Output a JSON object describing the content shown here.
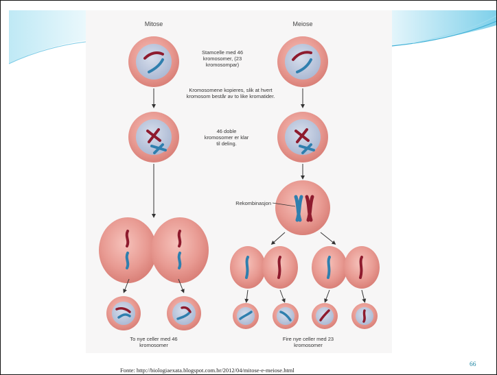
{
  "diagram": {
    "mitosis_title": "Mitose",
    "meiosis_title": "Meiose",
    "notes": {
      "stem_cell": "Stamcelle med 46 kromosomer, (23 kromosompar)",
      "copying": "Kromosomene kopieres, slik at hvert kromosom består av to like kromatider.",
      "ready": "46 doble kromosomer er klar til deling."
    },
    "recombination_label": "Rekombinasjon",
    "mitosis_result": "To nye celler med 46 kromosomer",
    "meiosis_result": "Fire nye celler med 23 kromosomer"
  },
  "footer": {
    "source": "Fonte: http://biologiaexata.blogspot.com.br/2012/04/mitose-e-meiose.html",
    "page_number": "66"
  },
  "colors": {
    "cell_fill": "#e89a92",
    "nucleus_fill": "#b9c5dc",
    "chromosome_red": "#8e1b2e",
    "chromosome_blue": "#2f7fae",
    "accent_wave": "#4bb4d8",
    "page_number": "#1f86a3"
  }
}
